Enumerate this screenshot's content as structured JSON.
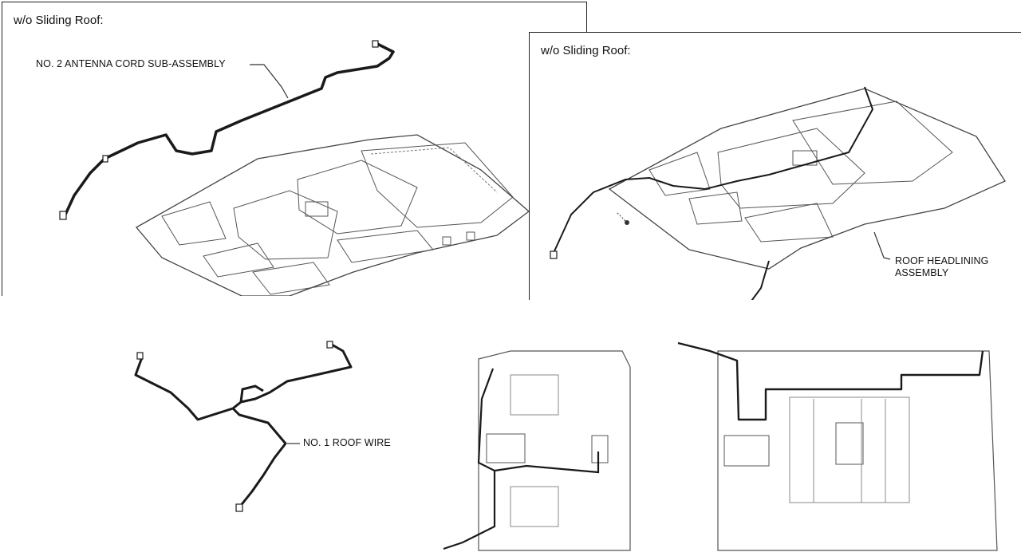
{
  "figure": {
    "top_left_panel": {
      "title": "w/o Sliding Roof:",
      "callout": "NO. 2 ANTENNA CORD SUB-ASSEMBLY"
    },
    "top_right_panel": {
      "title": "w/o Sliding Roof:",
      "callout_line1": "ROOF HEADLINING",
      "callout_line2": "ASSEMBLY"
    },
    "bottom_left": {
      "callout": "NO. 1 ROOF WIRE"
    }
  },
  "colors": {
    "line": "#333333",
    "wire": "#1a1a1a",
    "panel_border": "#222222"
  }
}
